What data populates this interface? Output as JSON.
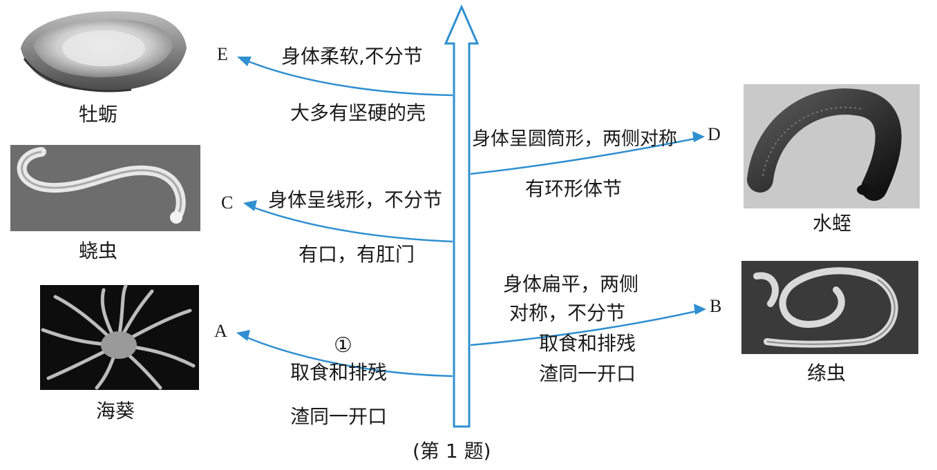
{
  "caption": "(第 1 题)",
  "organisms": {
    "oyster": {
      "name": "牡蛎",
      "letter": "E",
      "icon": "oyster-photo"
    },
    "roundworm": {
      "name": "蛲虫",
      "letter": "C",
      "icon": "pinworm-photo"
    },
    "anemone": {
      "name": "海葵",
      "letter": "A",
      "icon": "sea-anemone-photo"
    },
    "leech": {
      "name": "水蛭",
      "letter": "D",
      "icon": "leech-photo"
    },
    "tapeworm": {
      "name": "绦虫",
      "letter": "B",
      "icon": "tapeworm-photo"
    }
  },
  "branches": {
    "E": {
      "line1": "身体柔软,不分节",
      "line2": "大多有坚硬的壳"
    },
    "C": {
      "line1": "身体呈线形，不分节",
      "line2": "有口，有肛门"
    },
    "A": {
      "marker": "①",
      "line1": "取食和排残",
      "line2": "渣同一开口"
    },
    "D": {
      "line1": "身体呈圆筒形，两侧对称",
      "line2": "有环形体节"
    },
    "B": {
      "line1": "身体扁平，两侧",
      "line2": "对称，不分节",
      "line3": "取食和排残",
      "line4": "渣同一开口"
    }
  },
  "colors": {
    "arrow": "#2f8fd0",
    "text": "#1a1a1a"
  }
}
